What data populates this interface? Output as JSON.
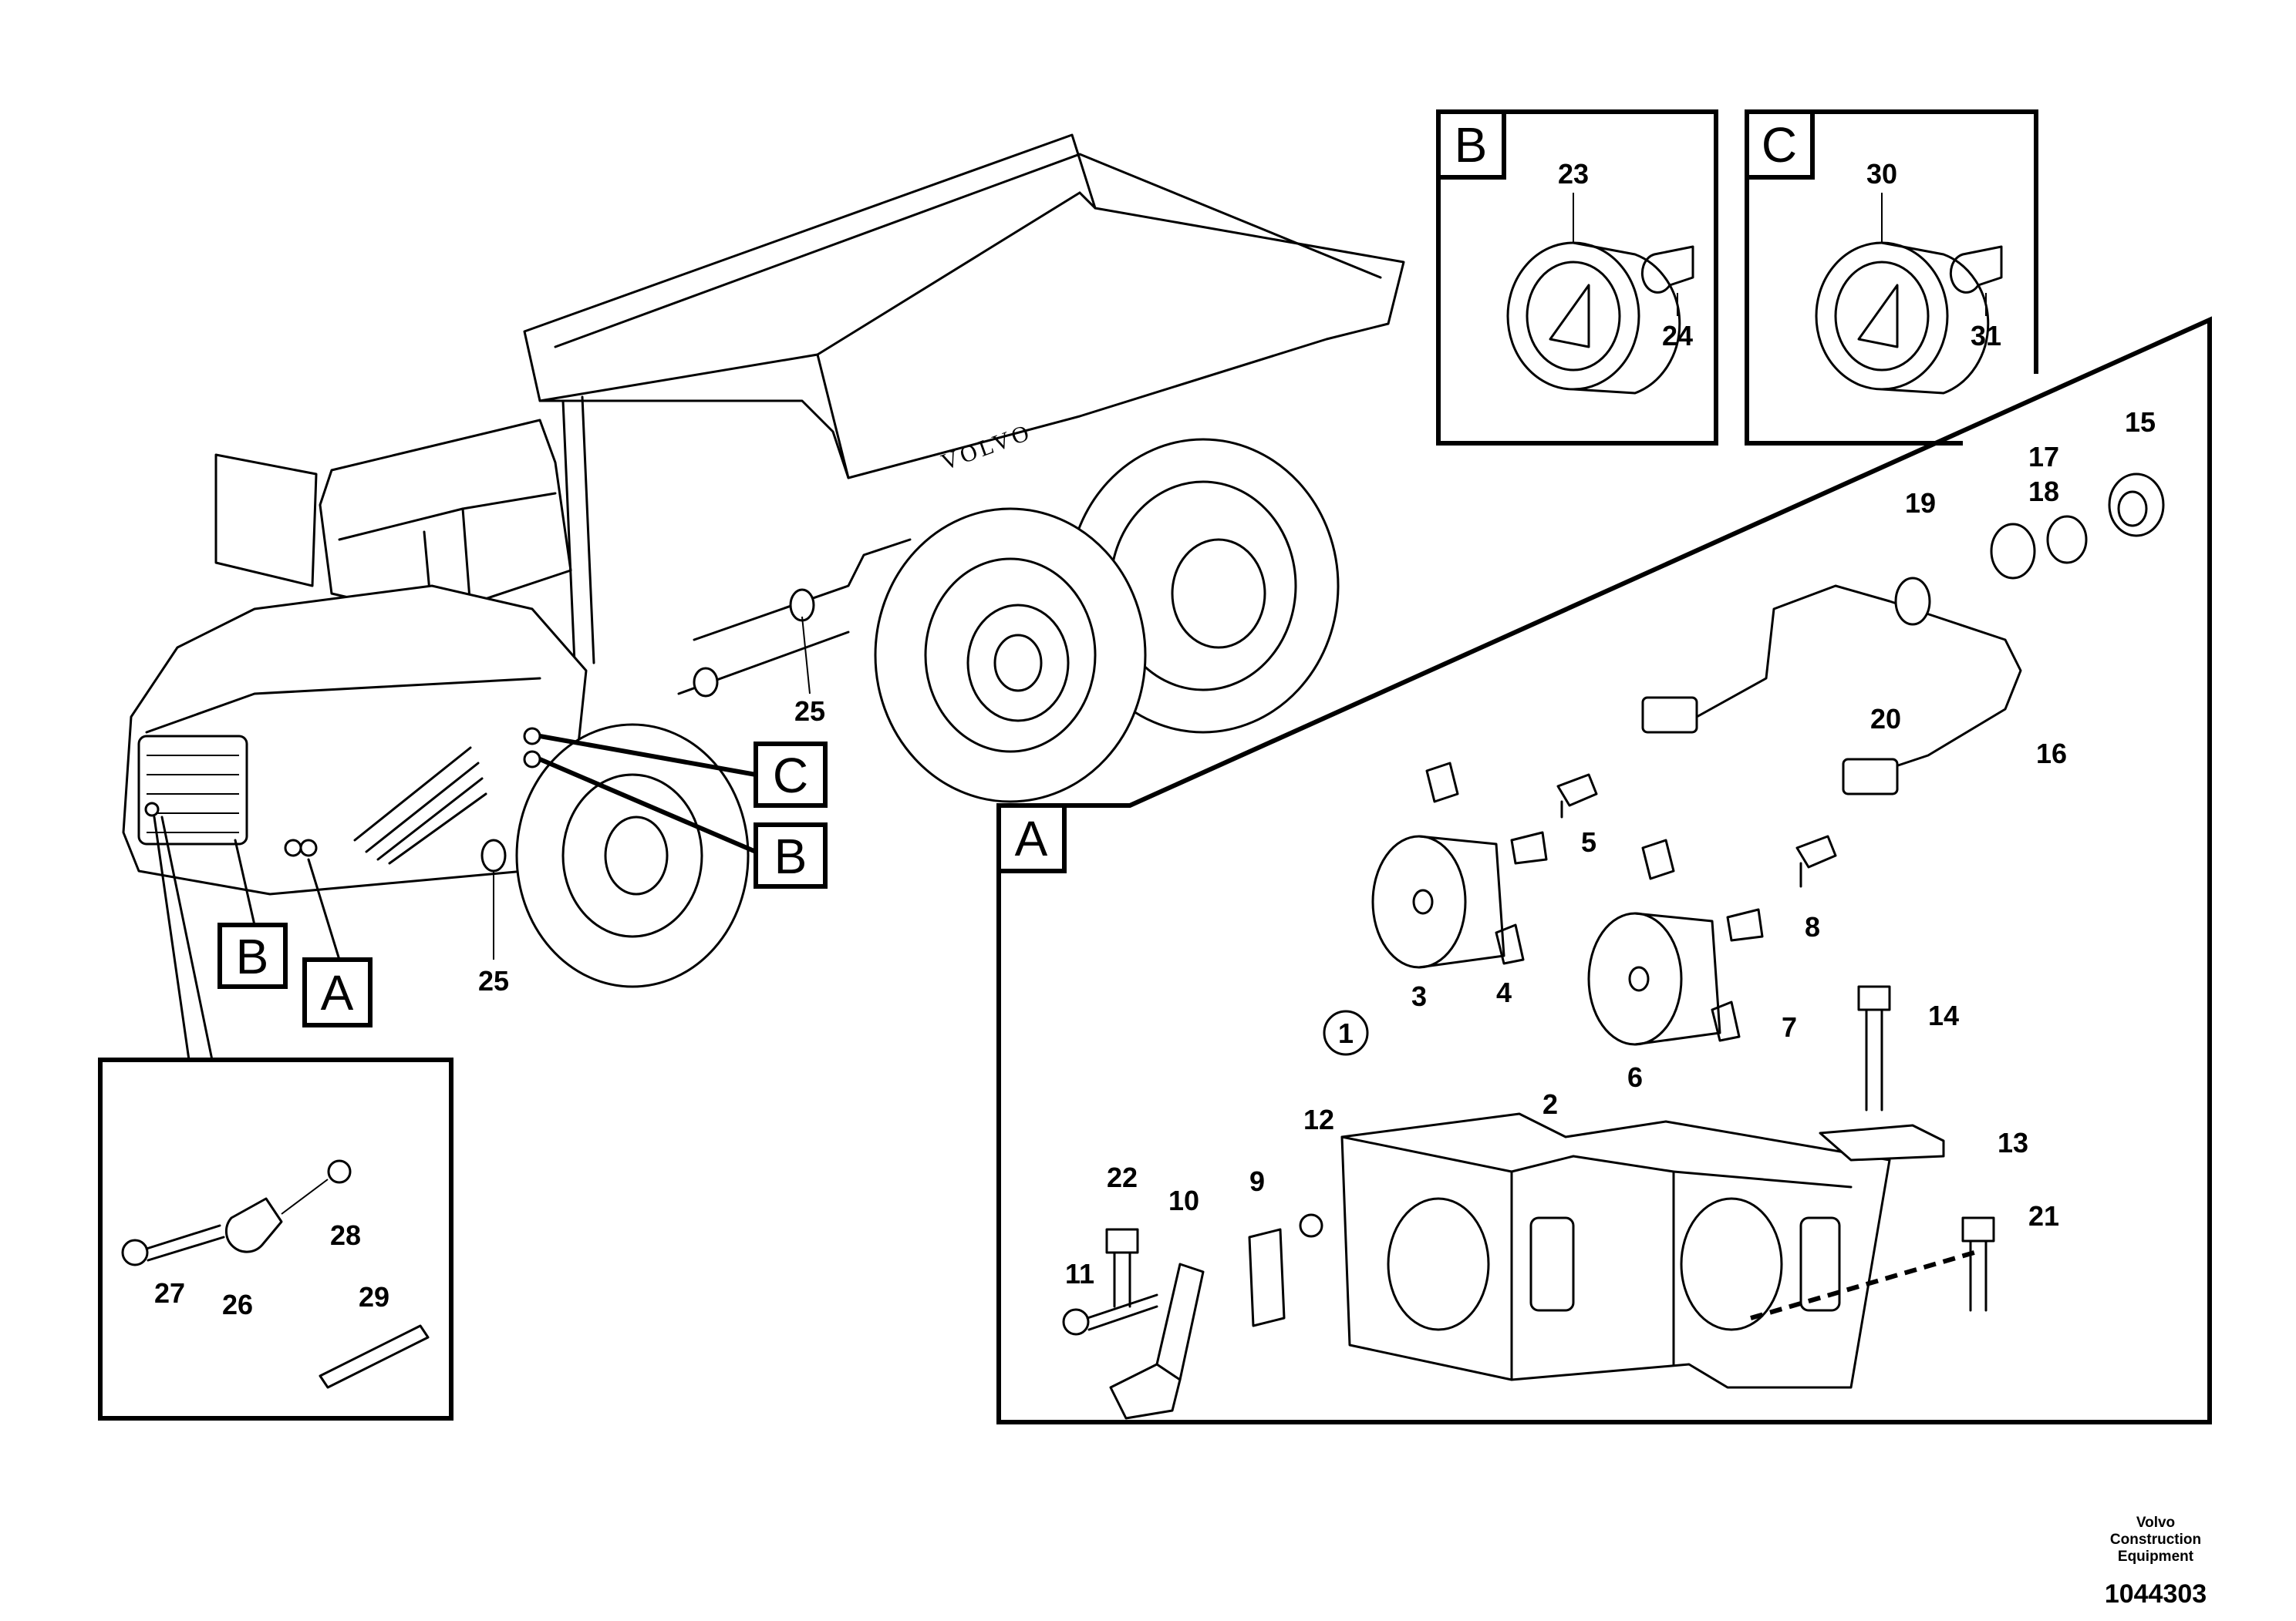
{
  "diagram": {
    "brand_text": "VOLVO",
    "detail_labels": {
      "A": "A",
      "B": "B",
      "C": "C"
    },
    "callouts": {
      "c1": "1",
      "c2": "2",
      "c3": "3",
      "c4": "4",
      "c5": "5",
      "c6": "6",
      "c7": "7",
      "c8": "8",
      "c9": "9",
      "c10": "10",
      "c11": "11",
      "c12": "12",
      "c13": "13",
      "c14": "14",
      "c15": "15",
      "c16": "16",
      "c17": "17",
      "c18": "18",
      "c19": "19",
      "c20": "20",
      "c21": "21",
      "c22": "22",
      "c23": "23",
      "c24": "24",
      "c25": "25",
      "c26": "26",
      "c27": "27",
      "c28": "28",
      "c29": "29",
      "c30": "30",
      "c31": "31"
    }
  },
  "footer": {
    "company": "Volvo Construction Equipment",
    "document_number": "1044303"
  }
}
